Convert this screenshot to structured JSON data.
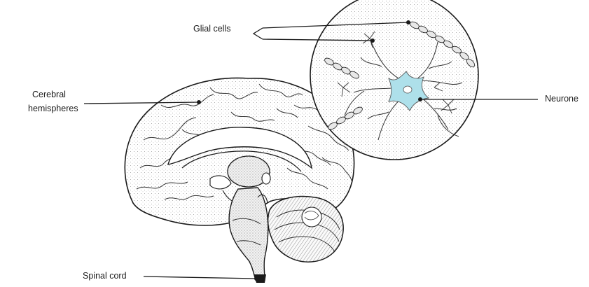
{
  "labels": {
    "glial": "Glial cells",
    "cerebral_1": "Cerebral",
    "cerebral_2": "hemispheres",
    "neurone": "Neurone",
    "spinal": "Spinal cord"
  },
  "colors": {
    "ink": "#1a1a1a",
    "neurone_fill": "#aee0ea",
    "circle_fill": "#eef1f3"
  }
}
